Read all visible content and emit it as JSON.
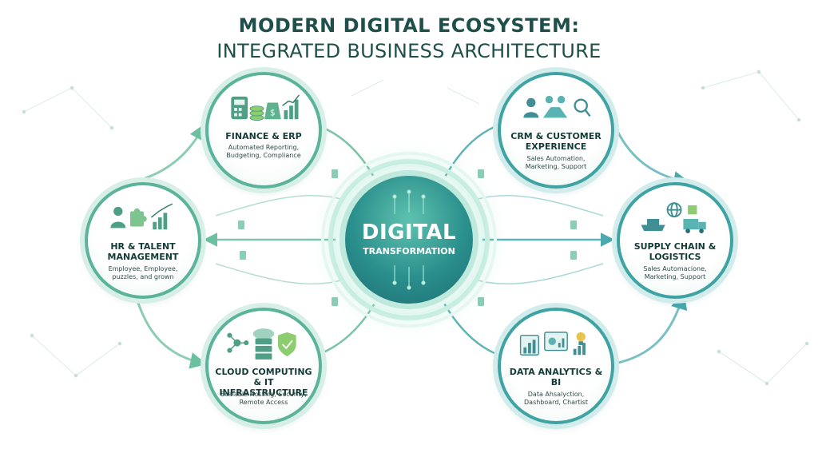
{
  "title": {
    "line1": "MODERN DIGITAL ECOSYSTEM:",
    "line2": "INTEGRATED BUSINESS ARCHITECTURE"
  },
  "center": {
    "main": "DIGITAL",
    "sub": "TRANSFORMATION"
  },
  "nodes": {
    "finance": {
      "title": "FINANCE & ERP",
      "subtitle": "Automated Reporting, Budgeting, Compliance",
      "icons": [
        "calculator-icon",
        "coin-stack-icon",
        "money-bag-icon",
        "bar-chart-icon"
      ]
    },
    "crm": {
      "title": "CRM & CUSTOMER EXPERIENCE",
      "subtitle": "Sales Automation, Marketing, Support",
      "icons": [
        "customer-icon",
        "handshake-icon",
        "magnifier-user-icon"
      ]
    },
    "hr": {
      "title": "HR & TALENT MANAGEMENT",
      "subtitle": "Employee, Employee, puzzles, and grown",
      "icons": [
        "people-icon",
        "puzzle-icon",
        "growth-chart-icon"
      ]
    },
    "supply": {
      "title": "SUPPLY CHAIN & LOGISTICS",
      "subtitle": "Sales Automacione, Marketing, Support",
      "icons": [
        "globe-icon",
        "box-icon",
        "ship-icon",
        "truck-icon"
      ]
    },
    "cloud": {
      "title": "CLOUD COMPUTING & IT INFRASTRUCTURE",
      "subtitle": "Scalable Hosting, Security, Remote Access",
      "icons": [
        "network-icon",
        "cloud-server-icon",
        "shield-icon"
      ]
    },
    "analytics": {
      "title": "DATA ANALYTICS & BI",
      "subtitle": "Data Ahsalyction, Dashboard, Chartist",
      "icons": [
        "chart-icon",
        "dashboard-icon",
        "lightbulb-icon"
      ]
    }
  },
  "colors": {
    "title": "#1e4f4a",
    "green": "#5bb39a",
    "teal": "#3fa3a3",
    "center_start": "#5fc2b0",
    "center_end": "#1d6d74"
  }
}
